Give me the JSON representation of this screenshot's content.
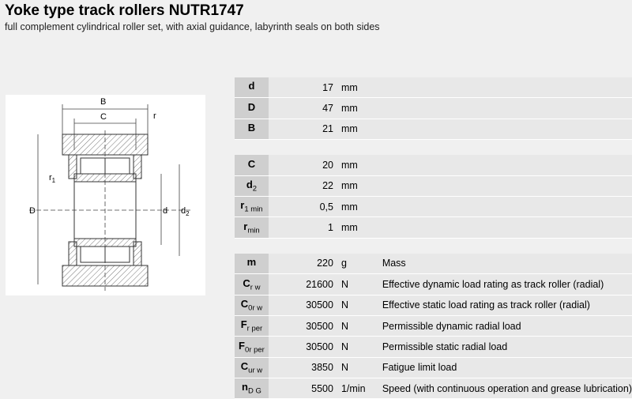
{
  "header": {
    "title": "Yoke type track rollers NUTR1747",
    "subtitle": "full complement cylindrical roller set, with axial guidance, labyrinth seals on both sides"
  },
  "drawing": {
    "labels": {
      "B": "B",
      "C": "C",
      "r": "r",
      "r1": "r",
      "r1_sub": "1",
      "D": "D",
      "d": "d",
      "d2": "d",
      "d2_sub": "2"
    }
  },
  "groups": [
    {
      "rows": [
        {
          "sym": "d",
          "sub": "",
          "value": "17",
          "unit": "mm",
          "desc": ""
        },
        {
          "sym": "D",
          "sub": "",
          "value": "47",
          "unit": "mm",
          "desc": ""
        },
        {
          "sym": "B",
          "sub": "",
          "value": "21",
          "unit": "mm",
          "desc": ""
        }
      ]
    },
    {
      "rows": [
        {
          "sym": "C",
          "sub": "",
          "value": "20",
          "unit": "mm",
          "desc": ""
        },
        {
          "sym": "d",
          "sub": "2",
          "value": "22",
          "unit": "mm",
          "desc": ""
        },
        {
          "sym": "r",
          "sub": "1 min",
          "value": "0,5",
          "unit": "mm",
          "desc": ""
        },
        {
          "sym": "r",
          "sub": "min",
          "value": "1",
          "unit": "mm",
          "desc": ""
        }
      ]
    },
    {
      "rows": [
        {
          "sym": "m",
          "sub": "",
          "value": "220",
          "unit": "g",
          "desc": "Mass"
        },
        {
          "sym": "C",
          "sub": "r w",
          "value": "21600",
          "unit": "N",
          "desc": "Effective dynamic load rating as track roller (radial)"
        },
        {
          "sym": "C",
          "sub": "0r w",
          "value": "30500",
          "unit": "N",
          "desc": "Effective static load rating as track roller (radial)"
        },
        {
          "sym": "F",
          "sub": "r per",
          "value": "30500",
          "unit": "N",
          "desc": "Permissible dynamic radial load"
        },
        {
          "sym": "F",
          "sub": "0r per",
          "value": "30500",
          "unit": "N",
          "desc": "Permissible static radial load"
        },
        {
          "sym": "C",
          "sub": "ur w",
          "value": "3850",
          "unit": "N",
          "desc": "Fatigue limit load"
        },
        {
          "sym": "n",
          "sub": "D G",
          "value": "5500",
          "unit": "1/min",
          "desc": "Speed (with continuous operation and grease lubrication)"
        }
      ]
    }
  ]
}
